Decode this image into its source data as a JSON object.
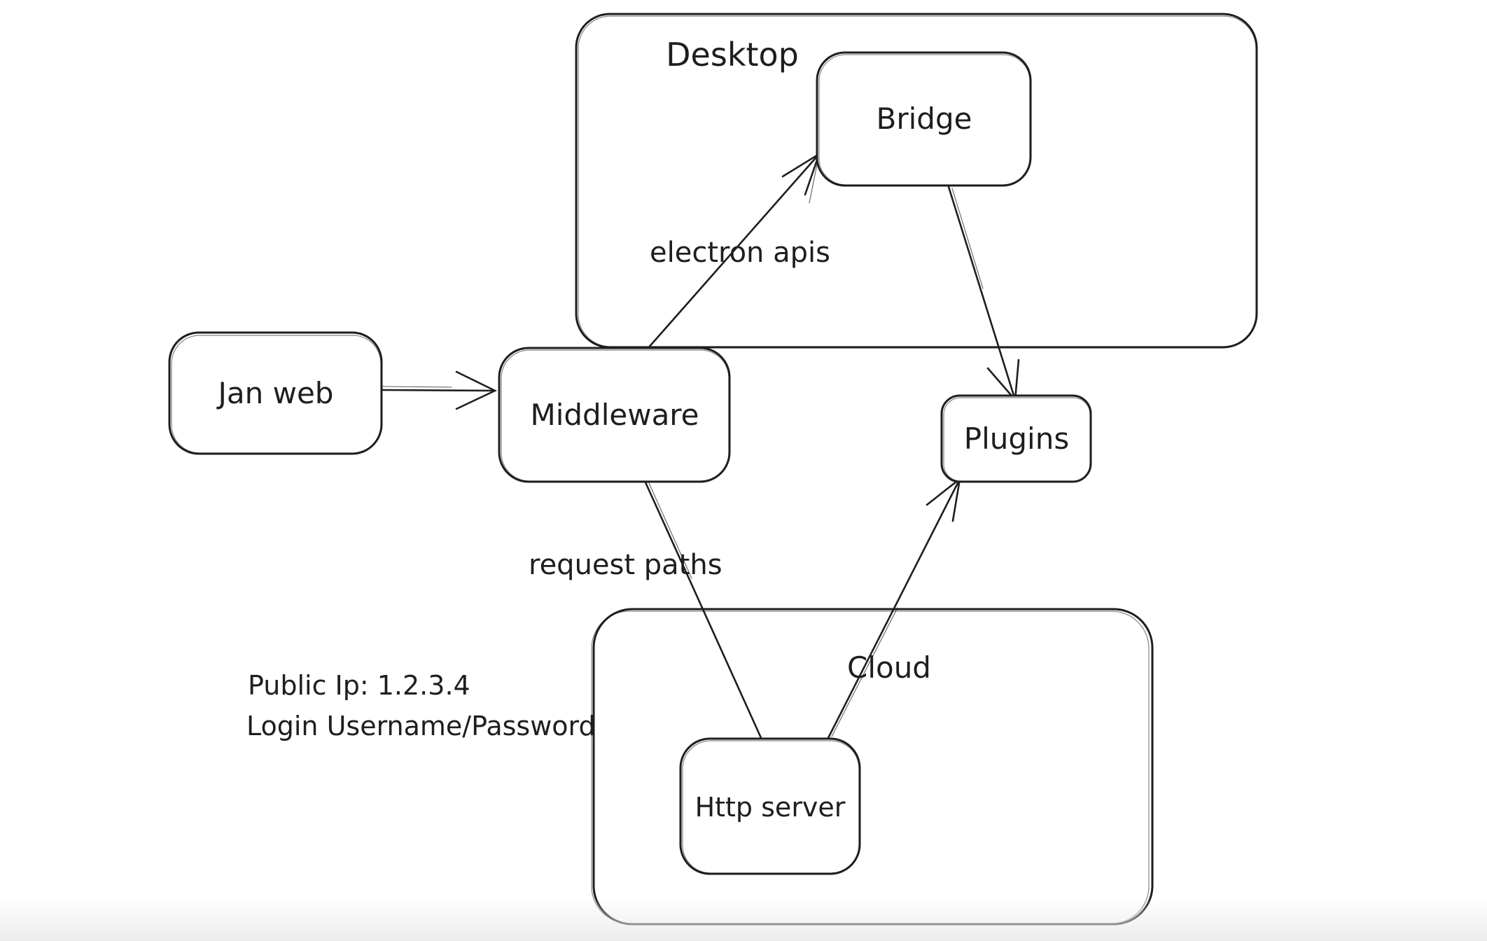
{
  "diagram": {
    "background_color": "#ffffff",
    "stroke_color": "#1e1e1e",
    "containers": {
      "desktop": {
        "label": "Desktop"
      },
      "cloud": {
        "label": "Cloud"
      }
    },
    "nodes": {
      "jan_web": {
        "label": "Jan web"
      },
      "middleware": {
        "label": "Middleware"
      },
      "bridge": {
        "label": "Bridge"
      },
      "plugins": {
        "label": "Plugins"
      },
      "http_server": {
        "label": "Http server"
      }
    },
    "edges": {
      "jan_web_to_middleware": {
        "from": "Jan web",
        "to": "Middleware",
        "label": ""
      },
      "middleware_to_bridge": {
        "from": "Middleware",
        "to": "Bridge",
        "label": "electron apis"
      },
      "bridge_to_plugins": {
        "from": "Bridge",
        "to": "Plugins",
        "label": ""
      },
      "middleware_to_http_server": {
        "from": "Middleware",
        "to": "Http server",
        "label": "request paths"
      },
      "http_server_to_plugins": {
        "from": "Http server",
        "to": "Plugins",
        "label": ""
      }
    },
    "note": {
      "line1": "Public Ip: 1.2.3.4",
      "line2": "Login Username/Password"
    }
  }
}
